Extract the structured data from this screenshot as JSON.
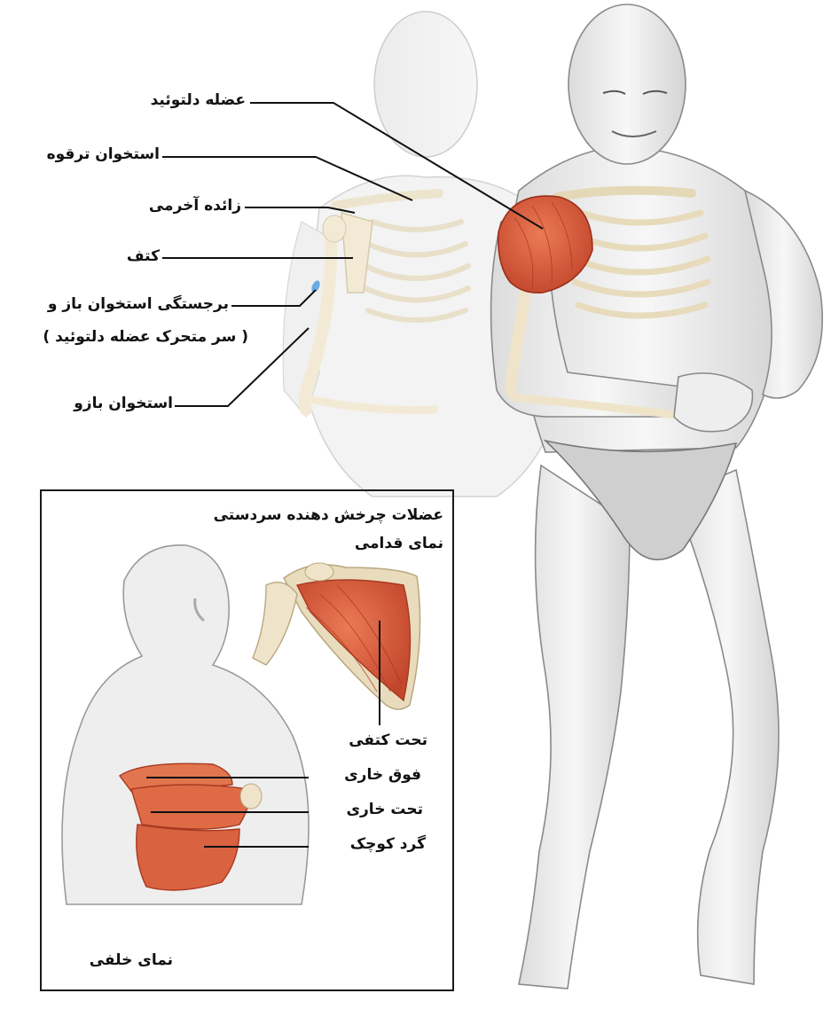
{
  "labels": {
    "deltoid": "عضله دلتوئید",
    "clavicle": "استخوان ترقوه",
    "acromion": "زائده آخرمی",
    "scapula": "کتف",
    "tuberosity_line1": "برجستگی استخوان باز و",
    "tuberosity_line2": "( سر متحرک عضله دلتوئید )",
    "humerus": "استخوان بازو"
  },
  "inset": {
    "title": "عضلات چرخش دهنده سردستی",
    "anterior_view": "نمای قدامی",
    "subscapularis": "تحت کتفی",
    "supraspinatus": "فوق خاری",
    "infraspinatus": "تحت خاری",
    "teres_minor": "گرد کوچک",
    "posterior_view": "نمای خلفی"
  },
  "colors": {
    "muscle": "#d9593a",
    "muscle_dark": "#b8402a",
    "bone": "#efe4c9",
    "skin": "#ececec",
    "outline": "#6e6e6e",
    "leader": "#111111",
    "tuberosity": "#3b8fd6"
  }
}
